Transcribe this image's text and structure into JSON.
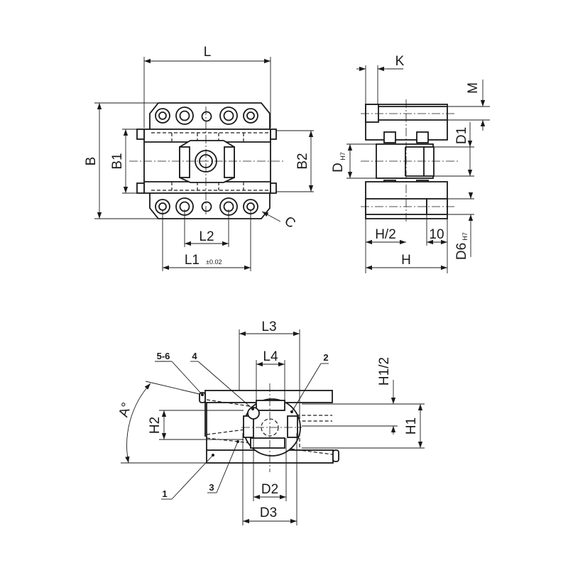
{
  "top_view": {
    "dim_L": "L",
    "dim_B": "B",
    "dim_B1": "B1",
    "dim_B2": "B2",
    "dim_L1": "L1",
    "dim_L1_tol": "±0.02",
    "dim_L2": "L2",
    "dim_C": "C"
  },
  "side_view": {
    "dim_K": "K",
    "dim_M": "M",
    "dim_D1": "D1",
    "dim_D": "D",
    "dim_D_fit": "H7",
    "dim_H_half": "H/2",
    "dim_10": "10",
    "dim_D6": "D6",
    "dim_D6_fit": "H7",
    "dim_H": "H"
  },
  "section_view": {
    "dim_L3": "L3",
    "dim_L4": "L4",
    "dim_H1_half": "H1/2",
    "dim_H1": "H1",
    "dim_H2": "H2",
    "dim_A": "A°",
    "dim_D2": "D2",
    "dim_D3": "D3",
    "callouts": [
      "1",
      "2",
      "3",
      "4",
      "5-6"
    ]
  }
}
